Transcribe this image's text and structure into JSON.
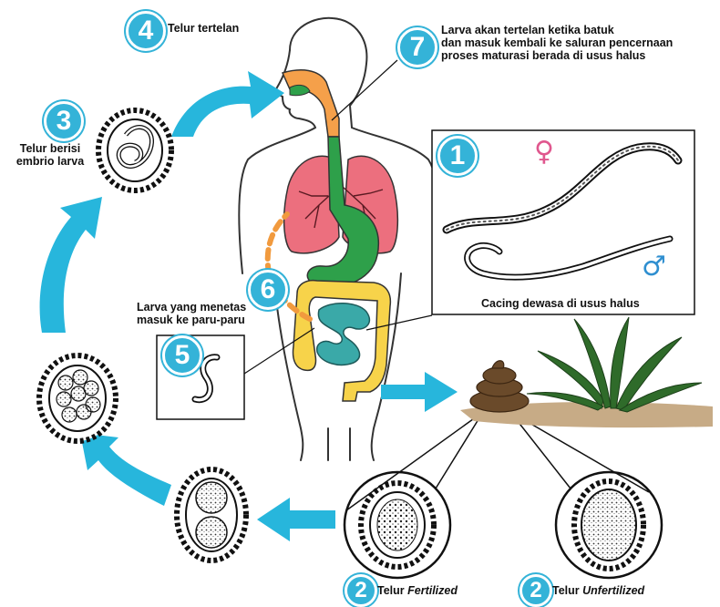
{
  "steps": {
    "s1": {
      "number": "1",
      "label": "Cacing dewasa di usus halus"
    },
    "s2a": {
      "number": "2",
      "prefix": "Telur",
      "term": "Fertilized"
    },
    "s2b": {
      "number": "2",
      "prefix": "Telur",
      "term": "Unfertilized"
    },
    "s3": {
      "number": "3",
      "label_line1": "Telur berisi",
      "label_line2": "embrio larva"
    },
    "s4": {
      "number": "4",
      "label": "Telur tertelan"
    },
    "s5": {
      "number": "5",
      "label_line1": "Larva yang menetas",
      "label_line2": "masuk ke paru-paru"
    },
    "s6": {
      "number": "6"
    },
    "s7": {
      "number": "7",
      "label_line1": "Larva akan tertelan ketika batuk",
      "label_line2": "dan masuk kembali ke saluran pencernaan",
      "label_line3": "proses maturasi berada di usus halus"
    }
  },
  "symbols": {
    "female": "♀",
    "male": "♂"
  },
  "colors": {
    "arrow": "#27b6dc",
    "badge": "#34b3d8",
    "lung": "#ec6f7e",
    "stomach": "#2ea04a",
    "intestine_large": "#f7d34a",
    "intestine_small": "#3aa9a8",
    "throat": "#f5a04a",
    "female": "#e0578e",
    "male": "#2f8fd0",
    "stool": "#6a4a2a",
    "soil": "#c7ab86",
    "plant": "#2f6b2a"
  }
}
